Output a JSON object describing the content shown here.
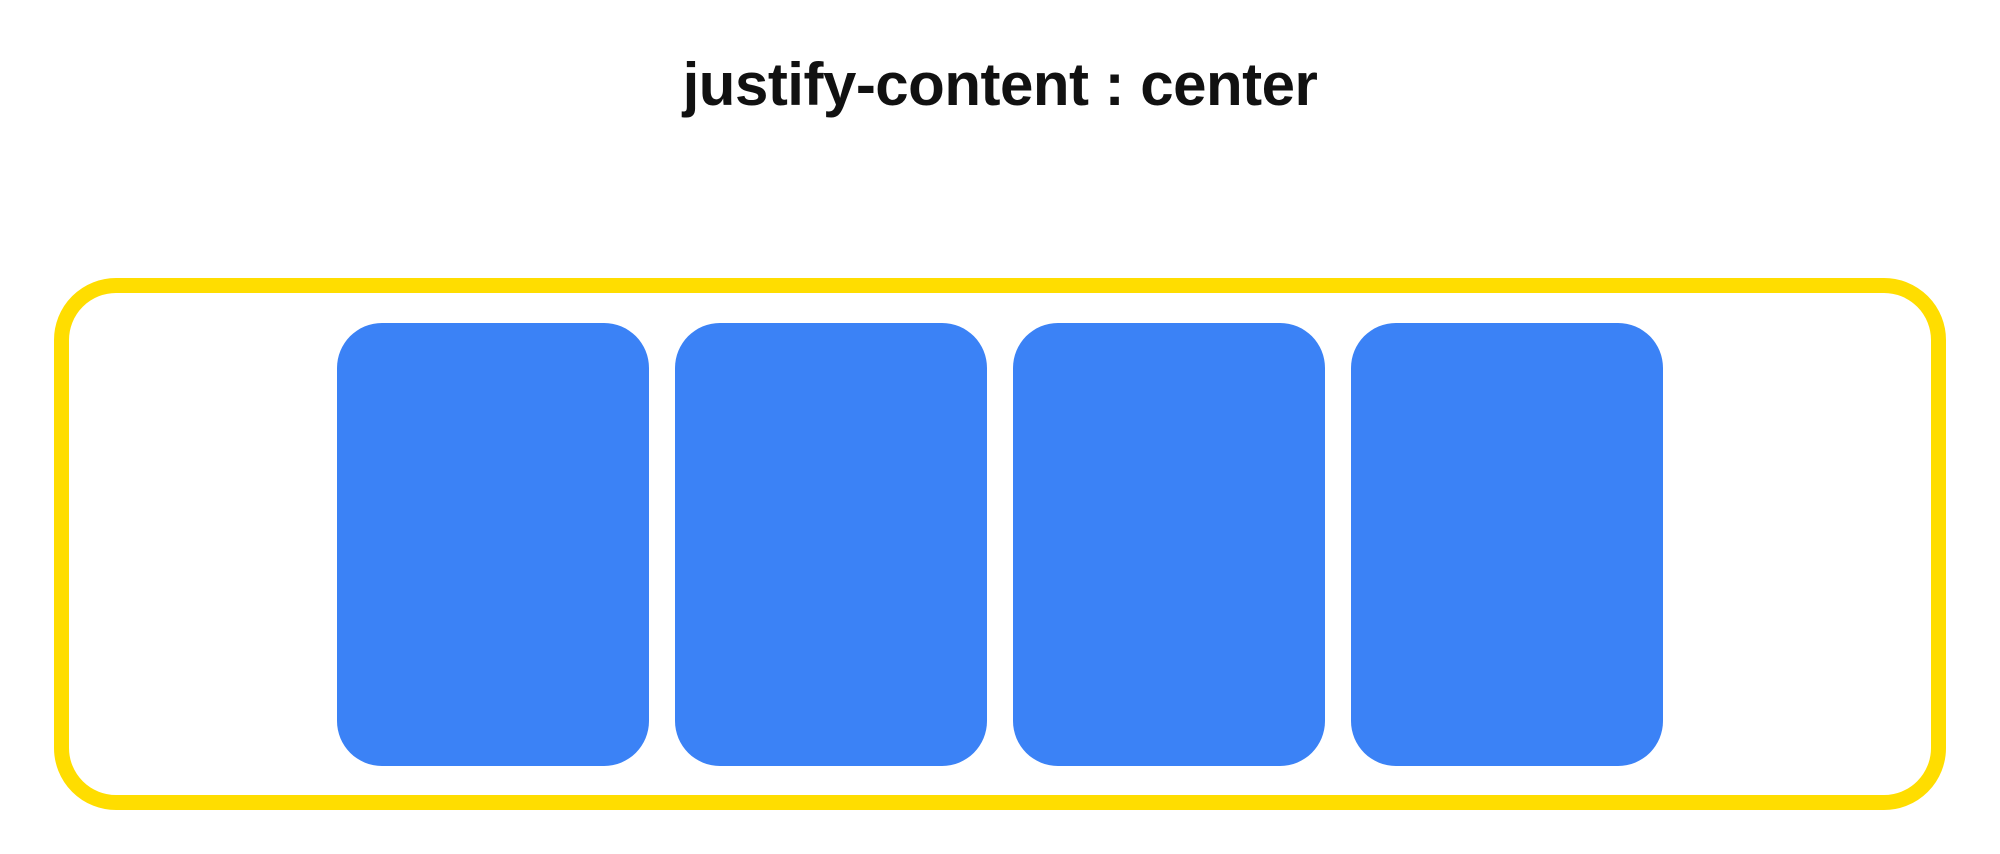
{
  "title": {
    "text": "justify-content : center"
  },
  "diagram": {
    "property_name": "justify-content",
    "property_value": "center",
    "container": {
      "border_color": "#ffdd00",
      "background": "#ffffff",
      "justify_content": "center",
      "item_count": 4
    },
    "items": [
      {
        "name": "flex-item-1",
        "fill": "#3b82f6"
      },
      {
        "name": "flex-item-2",
        "fill": "#3b82f6"
      },
      {
        "name": "flex-item-3",
        "fill": "#3b82f6"
      },
      {
        "name": "flex-item-4",
        "fill": "#3b82f6"
      }
    ]
  },
  "colors": {
    "page_background": "#ffffff",
    "title_text": "#111111",
    "container_border": "#ffdd00",
    "item_fill": "#3b82f6"
  }
}
